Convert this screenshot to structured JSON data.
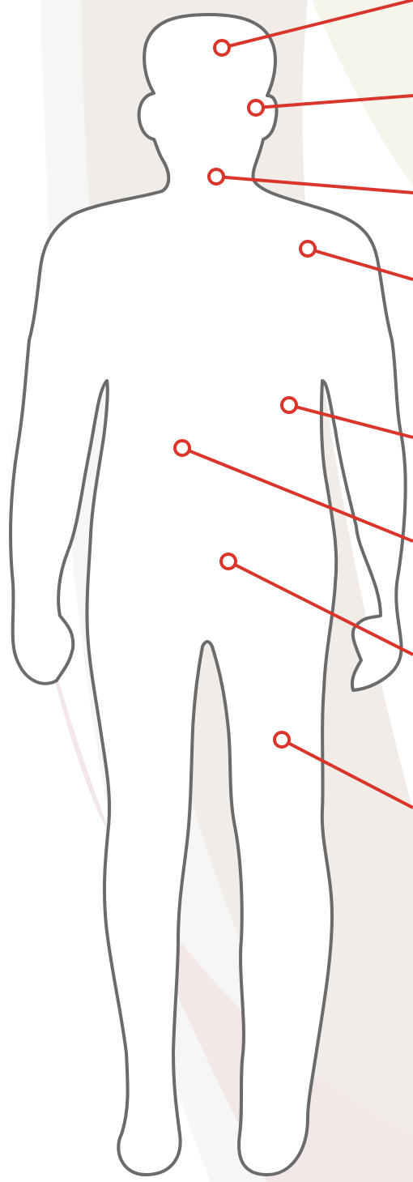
{
  "colors": {
    "background": "#ffffff",
    "band_light": "#f6f6f5",
    "band_beige": "#f1ece7",
    "band_olive": "#f5f5ec",
    "band_pink": "#f3e7e8",
    "outline": "#6b6b6b",
    "marker": "#d9352b"
  },
  "figure": {
    "name": "human-body-outline",
    "markers": [
      {
        "name": "head-marker"
      },
      {
        "name": "ear-marker"
      },
      {
        "name": "neck-marker"
      },
      {
        "name": "shoulder-marker"
      },
      {
        "name": "abdomen-marker"
      },
      {
        "name": "left-hip-marker"
      },
      {
        "name": "pelvis-marker"
      },
      {
        "name": "thigh-marker"
      }
    ]
  }
}
